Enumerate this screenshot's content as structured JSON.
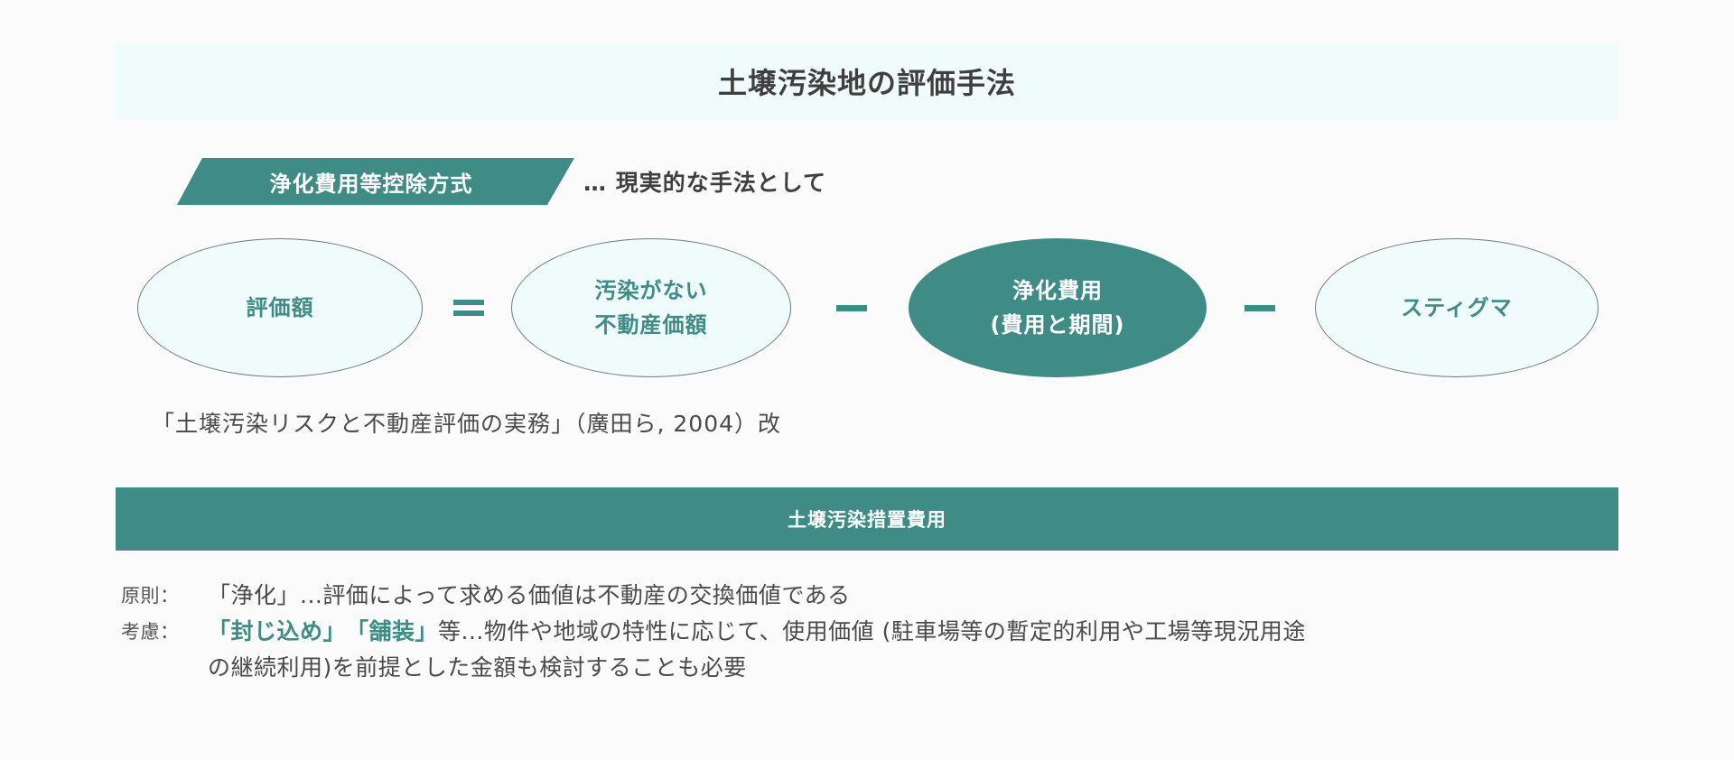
{
  "title": "土壌汚染地の評価手法",
  "method": {
    "tag_label": "浄化費用等控除方式",
    "note": "… 現実的な手法として"
  },
  "formula": {
    "terms": [
      {
        "label_lines": [
          "評価額"
        ],
        "style": "outline"
      },
      {
        "label_lines": [
          "汚染がない",
          "不動産価額"
        ],
        "style": "outline"
      },
      {
        "label_lines": [
          "浄化費用",
          "(費用と期間)"
        ],
        "style": "filled"
      },
      {
        "label_lines": [
          "スティグマ"
        ],
        "style": "outline"
      }
    ],
    "operators": [
      "=",
      "−",
      "−"
    ]
  },
  "citation": "「土壌汚染リスクと不動産評価の実務」（廣田ら, 2004）改",
  "section": {
    "label": "土壌汚染措置費用"
  },
  "notes": {
    "principle": {
      "key": "原則：",
      "text": "「浄化」...評価によって求める価値は不動産の交換価値である"
    },
    "consideration": {
      "key": "考慮：",
      "highlight_1": "「封じ込め」",
      "highlight_2": "「舗装」",
      "text_line1": "等...物件や地域の特性に応じて、使用価値 (駐車場等の暫定的利用や工場等現況用途",
      "text_line2": "の継続利用)を前提とした金額も検討することも必要"
    }
  },
  "colors": {
    "accent": "#3f8c87",
    "title_band_bg": "#f0fcfc",
    "ellipse_fill": "#f0fcfc",
    "ellipse_border": "#6c7a7a",
    "background": "#fbfbfb",
    "text": "#444444"
  }
}
